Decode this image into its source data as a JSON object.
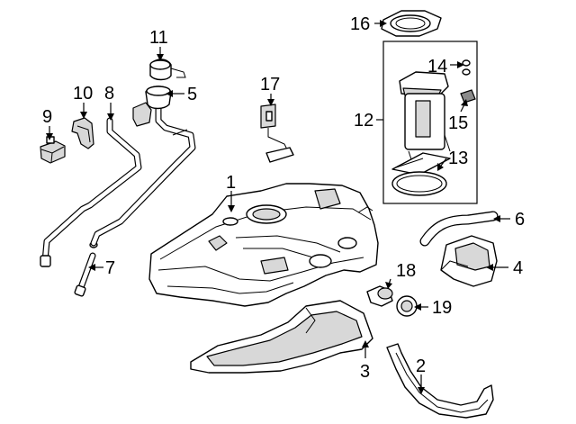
{
  "callouts": {
    "c1": "1",
    "c2": "2",
    "c3": "3",
    "c4": "4",
    "c5": "5",
    "c6": "6",
    "c7": "7",
    "c8": "8",
    "c9": "9",
    "c10": "10",
    "c11": "11",
    "c12": "12",
    "c13": "13",
    "c14": "14",
    "c15": "15",
    "c16": "16",
    "c17": "17",
    "c18": "18",
    "c19": "19"
  },
  "colors": {
    "line": "#000000",
    "background": "#ffffff",
    "shading": "#d8d8d8"
  }
}
